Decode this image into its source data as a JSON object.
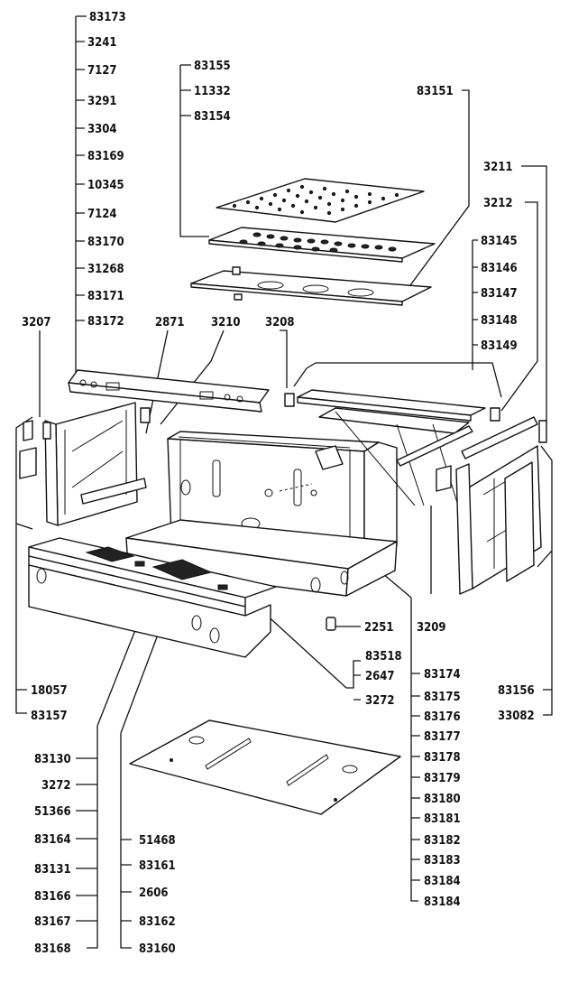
{
  "labels": [
    {
      "id": "l83173",
      "text": "83173"
    },
    {
      "id": "l3241",
      "text": "3241"
    },
    {
      "id": "l7127",
      "text": "7127"
    },
    {
      "id": "l3291",
      "text": "3291"
    },
    {
      "id": "l3304",
      "text": "3304"
    },
    {
      "id": "l83169",
      "text": "83169"
    },
    {
      "id": "l10345",
      "text": "10345"
    },
    {
      "id": "l7124",
      "text": "7124"
    },
    {
      "id": "l83170",
      "text": "83170"
    },
    {
      "id": "l31268",
      "text": "31268"
    },
    {
      "id": "l83171",
      "text": "83171"
    },
    {
      "id": "l83172",
      "text": "83172"
    },
    {
      "id": "l83155",
      "text": "83155"
    },
    {
      "id": "l11332",
      "text": "11332"
    },
    {
      "id": "l83154",
      "text": "83154"
    },
    {
      "id": "l83151",
      "text": "83151"
    },
    {
      "id": "l3211",
      "text": "3211"
    },
    {
      "id": "l3212",
      "text": "3212"
    },
    {
      "id": "l83145",
      "text": "83145"
    },
    {
      "id": "l83146",
      "text": "83146"
    },
    {
      "id": "l83147",
      "text": "83147"
    },
    {
      "id": "l83148",
      "text": "83148"
    },
    {
      "id": "l83149",
      "text": "83149"
    },
    {
      "id": "l3207",
      "text": "3207"
    },
    {
      "id": "l2871",
      "text": "2871"
    },
    {
      "id": "l3210",
      "text": "3210"
    },
    {
      "id": "l3208",
      "text": "3208"
    },
    {
      "id": "l2251",
      "text": "2251"
    },
    {
      "id": "l3209",
      "text": "3209"
    },
    {
      "id": "l83518",
      "text": "83518"
    },
    {
      "id": "l2647",
      "text": "2647"
    },
    {
      "id": "l3272a",
      "text": "3272"
    },
    {
      "id": "l18057",
      "text": "18057"
    },
    {
      "id": "l83157",
      "text": "83157"
    },
    {
      "id": "l83156",
      "text": "83156"
    },
    {
      "id": "l33082",
      "text": "33082"
    },
    {
      "id": "l83174",
      "text": "83174"
    },
    {
      "id": "l83175",
      "text": "83175"
    },
    {
      "id": "l83176",
      "text": "83176"
    },
    {
      "id": "l83177",
      "text": "83177"
    },
    {
      "id": "l83178",
      "text": "83178"
    },
    {
      "id": "l83179",
      "text": "83179"
    },
    {
      "id": "l83180",
      "text": "83180"
    },
    {
      "id": "l83181",
      "text": "83181"
    },
    {
      "id": "l83182",
      "text": "83182"
    },
    {
      "id": "l83183",
      "text": "83183"
    },
    {
      "id": "l83184a",
      "text": "83184"
    },
    {
      "id": "l83184b",
      "text": "83184"
    },
    {
      "id": "l83130",
      "text": "83130"
    },
    {
      "id": "l3272b",
      "text": "3272"
    },
    {
      "id": "l51366",
      "text": "51366"
    },
    {
      "id": "l83164",
      "text": "83164"
    },
    {
      "id": "l83131",
      "text": "83131"
    },
    {
      "id": "l83166",
      "text": "83166"
    },
    {
      "id": "l83167",
      "text": "83167"
    },
    {
      "id": "l83168",
      "text": "83168"
    },
    {
      "id": "l51468",
      "text": "51468"
    },
    {
      "id": "l83161",
      "text": "83161"
    },
    {
      "id": "l2606",
      "text": "2606"
    },
    {
      "id": "l83162",
      "text": "83162"
    },
    {
      "id": "l83160",
      "text": "83160"
    }
  ]
}
